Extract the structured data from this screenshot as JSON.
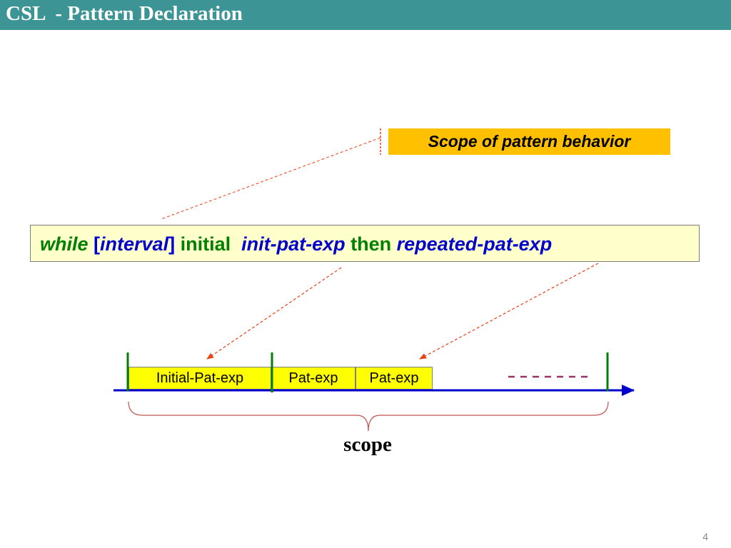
{
  "slide": {
    "title": "CSL  - Pattern Declaration",
    "page_number": "4"
  },
  "callout": {
    "text": "Scope of pattern behavior"
  },
  "syntax": {
    "while": "while",
    "open_bracket": "[",
    "interval": "interval",
    "close_bracket": "]",
    "initial": "initial",
    "init_pat_exp": "init-pat-exp",
    "then": "then",
    "repeated_pat_exp": "repeated-pat-exp"
  },
  "timeline": {
    "segments": [
      "Initial-Pat-exp",
      "Pat-exp",
      "Pat-exp"
    ],
    "continuation": "- - - - - - -",
    "scope_label": "scope"
  },
  "colors": {
    "title_bar": "#3d9494",
    "callout_fill": "#ffc000",
    "syntax_fill": "#ffffcc",
    "segment_fill": "#ffff00",
    "keyword_green": "#008000",
    "expression_blue": "#0000cc",
    "arrow_red": "#e84010",
    "axis_blue": "#0000cc",
    "brace_red": "#c0504d",
    "dash_purple": "#993366"
  }
}
